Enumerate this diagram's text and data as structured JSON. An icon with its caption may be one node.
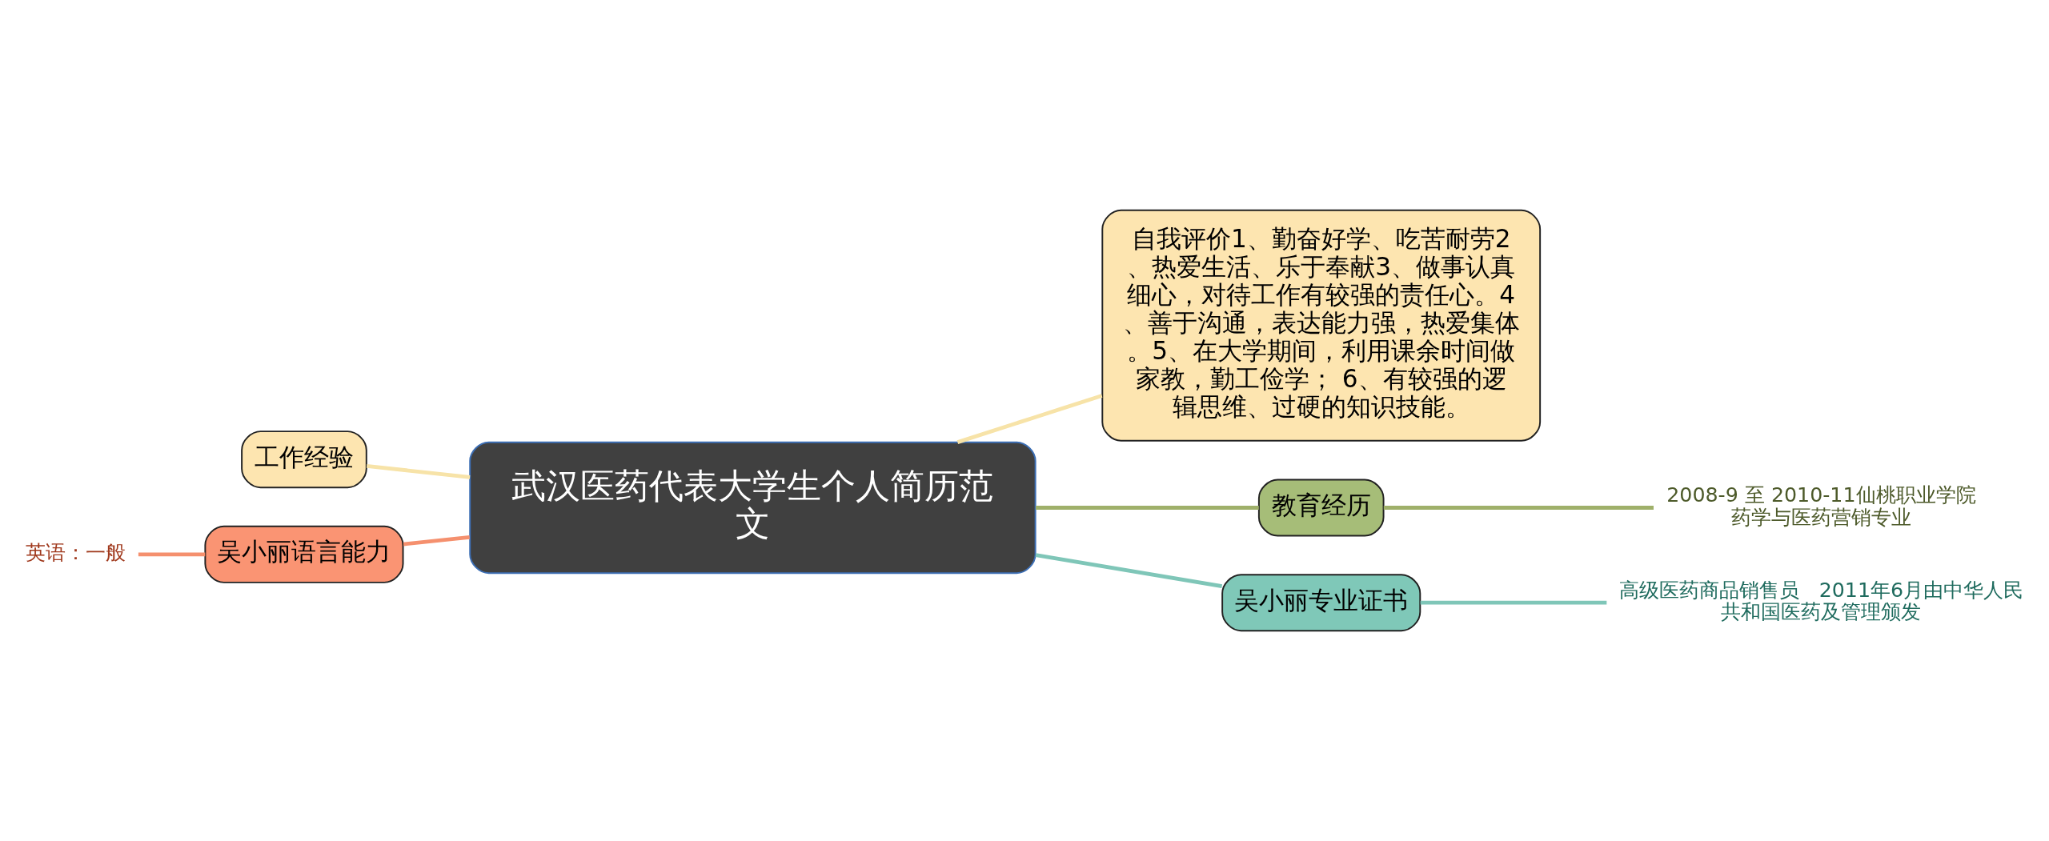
{
  "diagram": {
    "nodes": [
      {
        "text": [
          "武汉医药代表大学生个人简历范文"
        ]
      },
      {
        "text": [
          "工作经验"
        ]
      },
      {
        "text": [
          "吴小丽语言能力"
        ]
      },
      {
        "text": [
          "英语：一般"
        ]
      },
      {
        "text": [
          "自我评价1、勤奋好学、吃苦耐劳2、热爱生活、乐于奉献3、做事认真细心，对待工作有较强的责任心。4、善于沟通，表达能力强，热爱集体。5、在大学期间，利用课余时间做家教，勤工俭学； 6、有较强的逻辑思维、过硬的知识技能。"
        ]
      },
      {
        "text": [
          "教育经历"
        ]
      },
      {
        "text": [
          "2008-9 至 2010-11仙桃职业学院药学与医药营销专业"
        ]
      },
      {
        "text": [
          "吴小丽专业证书"
        ]
      },
      {
        "text": [
          "高级医药商品销售员　2011年6月由中华人民共和国医药及管理颁发"
        ]
      }
    ],
    "edges": [
      {
        "from": 0,
        "to": 1,
        "arrow": "none",
        "color": "#f7e3a8"
      },
      {
        "from": 0,
        "to": 2,
        "arrow": "none",
        "color": "#f5906e"
      },
      {
        "from": 2,
        "to": 3,
        "arrow": "none",
        "color": "#f5906e"
      },
      {
        "from": 0,
        "to": 4,
        "arrow": "none",
        "color": "#f7e3a8"
      },
      {
        "from": 0,
        "to": 5,
        "arrow": "none",
        "color": "#9fb06a"
      },
      {
        "from": 5,
        "to": 6,
        "arrow": "none",
        "color": "#9fb06a"
      },
      {
        "from": 0,
        "to": 7,
        "arrow": "none",
        "color": "#7fc6b8"
      },
      {
        "from": 7,
        "to": 8,
        "arrow": "none",
        "color": "#7fc6b8"
      }
    ]
  }
}
